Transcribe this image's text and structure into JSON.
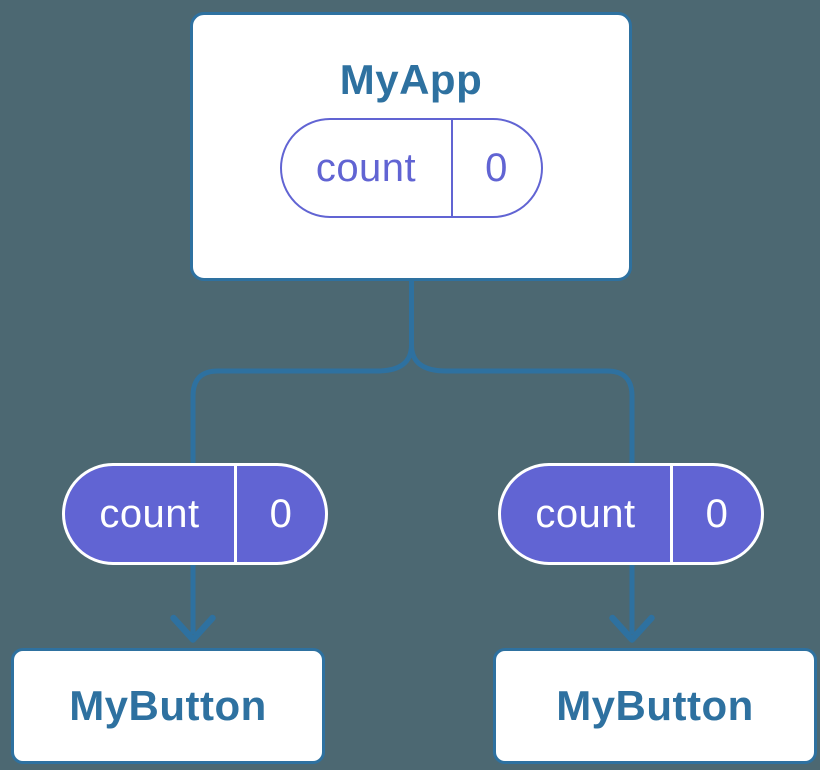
{
  "colors": {
    "background": "#4c6872",
    "line_blue": "#2e71a0",
    "node_text_blue": "#2e71a0",
    "pill_purple": "#6164d3",
    "node_fill": "#ffffff"
  },
  "diagram": {
    "root": {
      "title": "MyApp",
      "state": {
        "name": "count",
        "value": "0"
      }
    },
    "children": [
      {
        "title": "MyButton",
        "prop": {
          "name": "count",
          "value": "0"
        }
      },
      {
        "title": "MyButton",
        "prop": {
          "name": "count",
          "value": "0"
        }
      }
    ],
    "connectors": {
      "shape": "forked-tree-branch",
      "arrowheads": 2,
      "arrow_direction": "down"
    }
  }
}
